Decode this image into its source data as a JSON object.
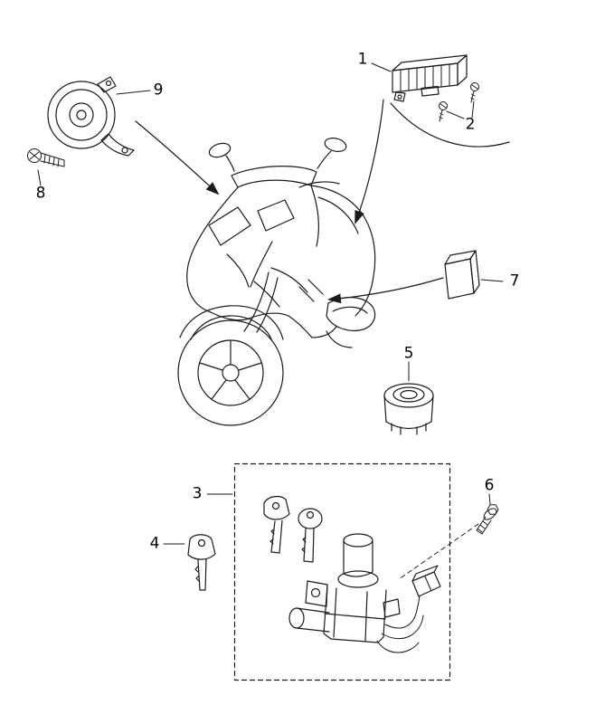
{
  "figure": {
    "type": "exploded-parts-diagram",
    "background": "#ffffff",
    "ink": "#1b1b1b",
    "callouts": [
      {
        "id": "1",
        "label": "1"
      },
      {
        "id": "2",
        "label": "2"
      },
      {
        "id": "3",
        "label": "3"
      },
      {
        "id": "4",
        "label": "4"
      },
      {
        "id": "5",
        "label": "5"
      },
      {
        "id": "6",
        "label": "6"
      },
      {
        "id": "7",
        "label": "7"
      },
      {
        "id": "8",
        "label": "8"
      },
      {
        "id": "9",
        "label": "9"
      }
    ]
  }
}
